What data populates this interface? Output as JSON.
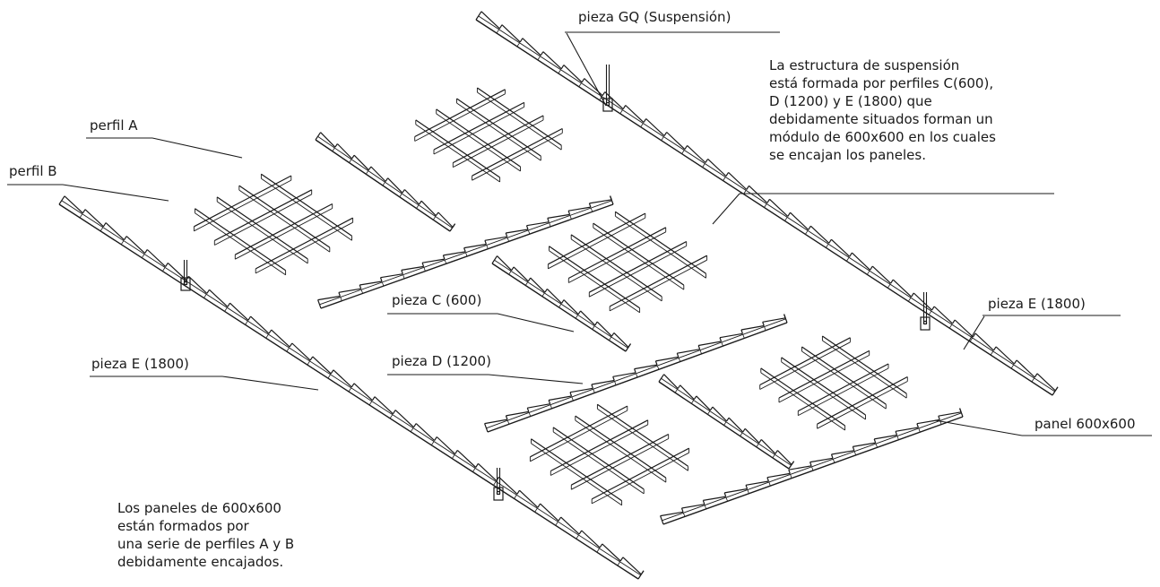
{
  "labels": {
    "gq": "pieza GQ (Suspensión)",
    "perfil_a": "perfil A",
    "perfil_b": "perfil B",
    "pieza_c": "pieza C (600)",
    "pieza_d": "pieza D (1200)",
    "pieza_e_left": "pieza E (1800)",
    "pieza_e_right": "pieza E (1800)",
    "panel": "panel 600x600"
  },
  "notes": {
    "top_right": [
      "La estructura de suspensión",
      "está formada por perfiles C(600),",
      "D (1200) y E (1800) que",
      "debidamente situados forman un",
      "módulo de 600x600 en los cuales",
      "se encajan los paneles."
    ],
    "bottom_left": [
      "Los paneles de 600x600",
      "están formados por",
      "una serie de perfiles A y B",
      "debidamente encajados."
    ]
  },
  "style": {
    "ink": "#1a1a1a"
  }
}
